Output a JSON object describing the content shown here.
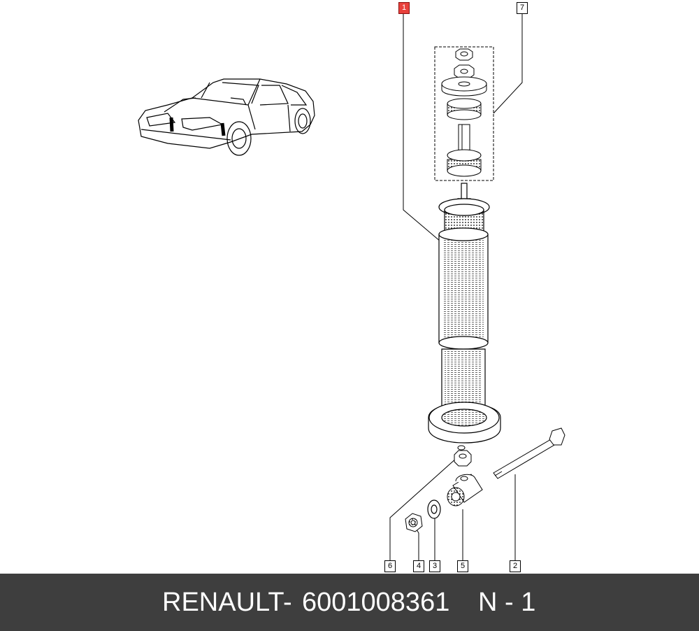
{
  "callouts": {
    "c1": "1",
    "c7": "7",
    "c6": "6",
    "c4": "4",
    "c3": "3",
    "c5": "5",
    "c2": "2"
  },
  "footer": {
    "brand": "RENAULT",
    "separator": "-",
    "part_number": "6001008361",
    "position_label": "N - 1"
  },
  "colors": {
    "highlight": "#e8413c",
    "footer_bg": "#3e3e3e",
    "footer_text": "#ffffff"
  }
}
